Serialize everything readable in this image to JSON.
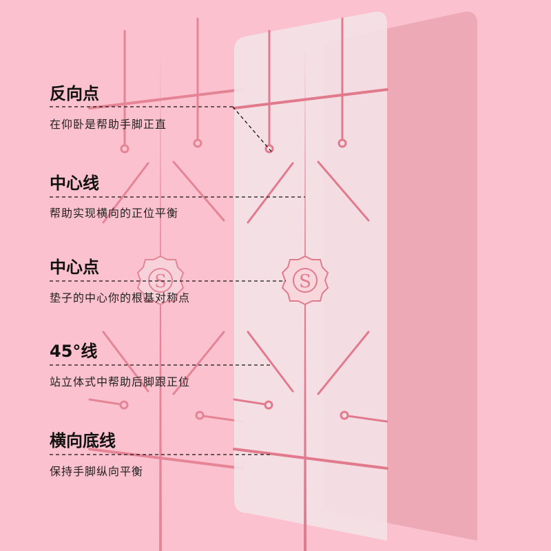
{
  "features": [
    {
      "title": "反向点",
      "desc": "在仰卧是帮助手脚正直"
    },
    {
      "title": "中心线",
      "desc": "帮助实现横向的正位平衡"
    },
    {
      "title": "中心点",
      "desc": "垫子的中心你的根基对称点"
    },
    {
      "title": "45°线",
      "desc": "站立体式中帮助后脚跟正位"
    },
    {
      "title": "横向底线",
      "desc": "保持手脚纵向平衡"
    }
  ],
  "colors": {
    "background": "#fcc1cf",
    "line": "#e07a8c",
    "front_mat": "#f2dfe3",
    "back_mat": "#eea9b6"
  }
}
